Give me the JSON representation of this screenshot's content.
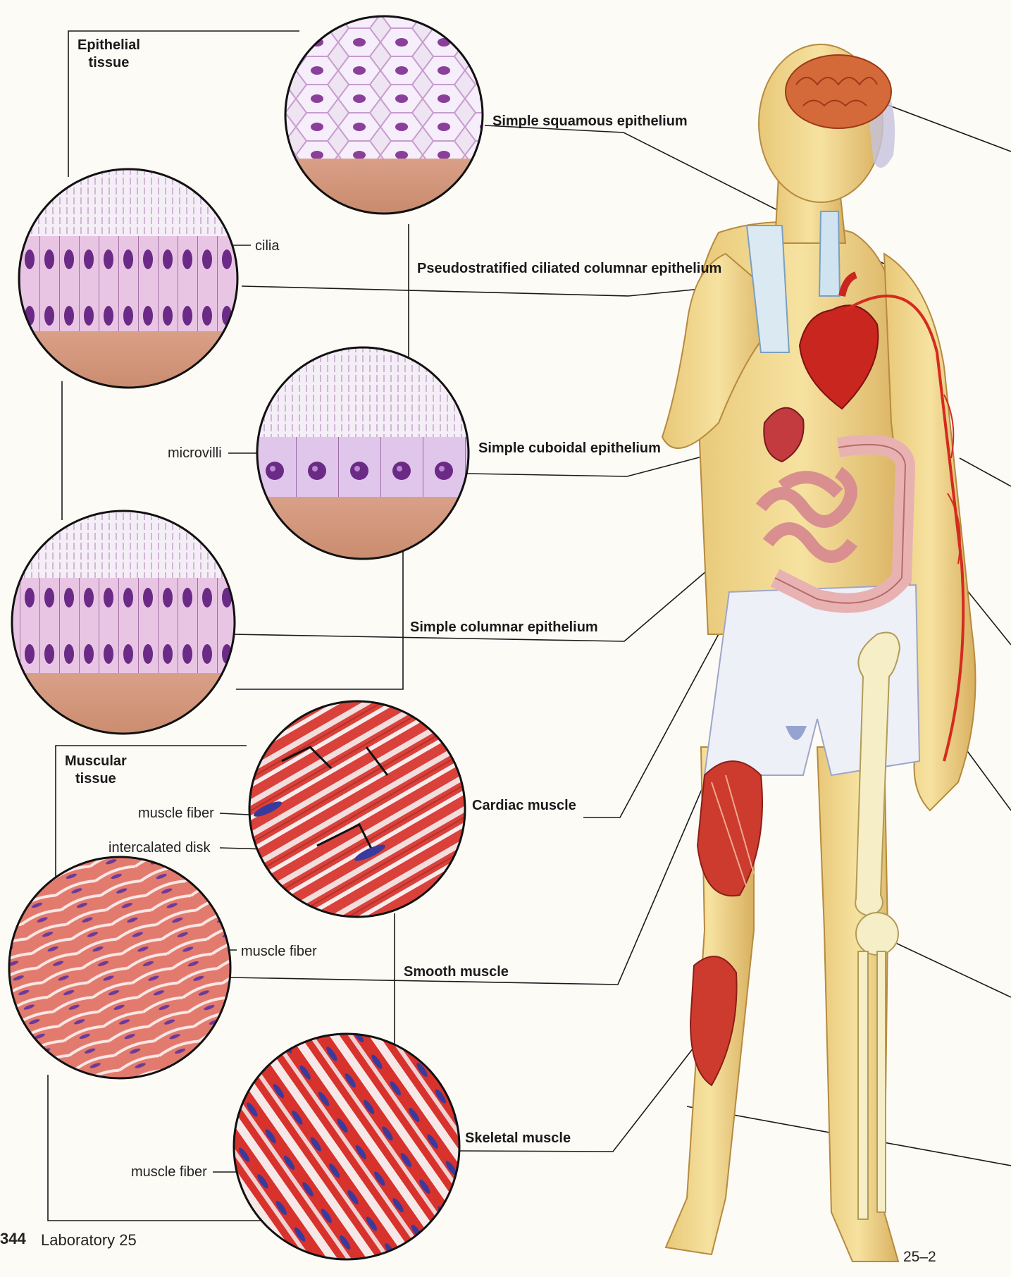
{
  "headings": {
    "epithelial_line1": "Epithelial",
    "epithelial_line2": "tissue",
    "muscular_line1": "Muscular",
    "muscular_line2": "tissue"
  },
  "tissue_labels": {
    "simple_squamous": "Simple squamous epithelium",
    "pseudostratified": "Pseudostratified ciliated columnar epithelium",
    "simple_cuboidal": "Simple cuboidal epithelium",
    "simple_columnar": "Simple columnar epithelium",
    "cardiac": "Cardiac muscle",
    "smooth": "Smooth muscle",
    "skeletal": "Skeletal muscle"
  },
  "part_labels": {
    "cilia": "cilia",
    "microvilli": "microvilli",
    "muscle_fiber_cardiac": "muscle fiber",
    "intercalated_disk": "intercalated disk",
    "muscle_fiber_smooth": "muscle fiber",
    "muscle_fiber_skeletal": "muscle fiber"
  },
  "footer": {
    "page_number": "344",
    "lab": "Laboratory 25",
    "figure": "25–2"
  }
}
